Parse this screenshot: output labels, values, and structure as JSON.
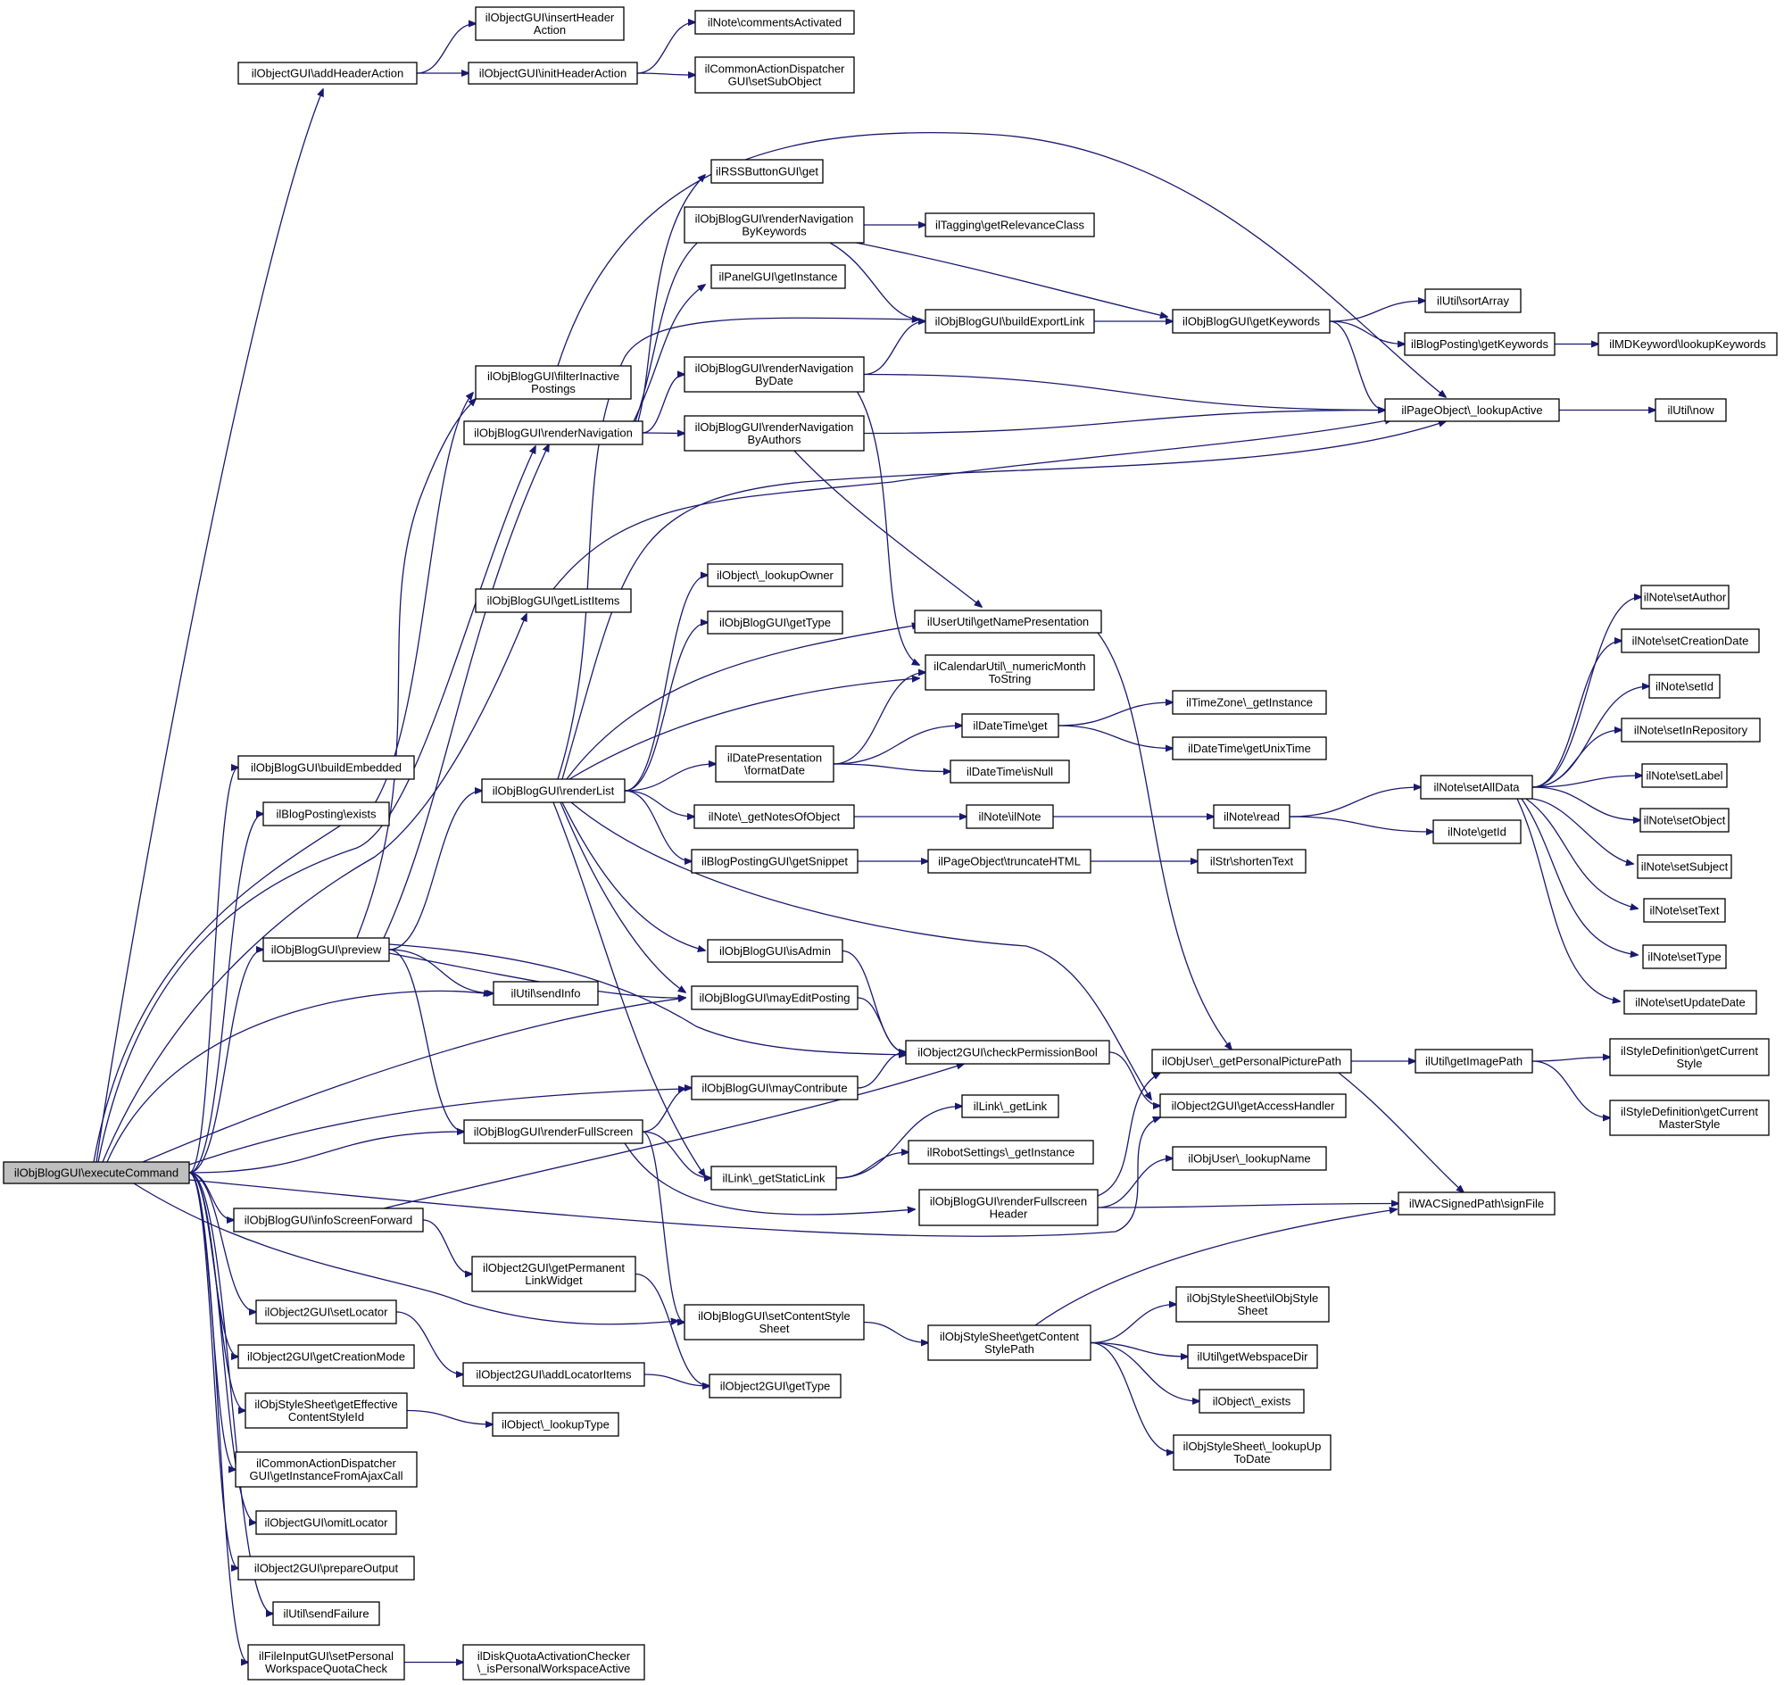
{
  "colors": {
    "edge": "#191970",
    "node_border": "#000000",
    "root_fill": "#bfbfbf",
    "node_fill": "#ffffff"
  },
  "nodes": {
    "executeCommand": [
      "ilObjBlogGUI\\executeCommand"
    ],
    "addHeaderAction": [
      "ilObjectGUI\\addHeaderAction"
    ],
    "insertHeaderAction": [
      "ilObjectGUI\\insertHeader",
      "Action"
    ],
    "initHeaderAction": [
      "ilObjectGUI\\initHeaderAction"
    ],
    "commentsActivated": [
      "ilNote\\commentsActivated"
    ],
    "setSubObject": [
      "ilCommonActionDispatcher",
      "GUI\\setSubObject"
    ],
    "rssGet": [
      "ilRSSButtonGUI\\get"
    ],
    "renderNavByKeywords": [
      "ilObjBlogGUI\\renderNavigation",
      "ByKeywords"
    ],
    "getRelevanceClass": [
      "ilTagging\\getRelevanceClass"
    ],
    "panelGetInstance": [
      "ilPanelGUI\\getInstance"
    ],
    "buildExportLink": [
      "ilObjBlogGUI\\buildExportLink"
    ],
    "blogGetKeywords": [
      "ilObjBlogGUI\\getKeywords"
    ],
    "sortArray": [
      "ilUtil\\sortArray"
    ],
    "postingGetKeywords": [
      "ilBlogPosting\\getKeywords"
    ],
    "lookupKeywords": [
      "ilMDKeyword\\lookupKeywords"
    ],
    "filterInactive": [
      "ilObjBlogGUI\\filterInactive",
      "Postings"
    ],
    "renderNavByDate": [
      "ilObjBlogGUI\\renderNavigation",
      "ByDate"
    ],
    "lookupActive": [
      "ilPageObject\\_lookupActive"
    ],
    "utilNow": [
      "ilUtil\\now"
    ],
    "renderNavigation": [
      "ilObjBlogGUI\\renderNavigation"
    ],
    "renderNavByAuthors": [
      "ilObjBlogGUI\\renderNavigation",
      "ByAuthors"
    ],
    "lookupOwner": [
      "ilObject\\_lookupOwner"
    ],
    "getListItems": [
      "ilObjBlogGUI\\getListItems"
    ],
    "setAuthor": [
      "ilNote\\setAuthor"
    ],
    "blogGetType": [
      "ilObjBlogGUI\\getType"
    ],
    "getNamePresentation": [
      "ilUserUtil\\getNamePresentation"
    ],
    "setCreationDate": [
      "ilNote\\setCreationDate"
    ],
    "numericMonth": [
      "ilCalendarUtil\\_numericMonth",
      "ToString"
    ],
    "setId": [
      "ilNote\\setId"
    ],
    "tzGetInstance": [
      "ilTimeZone\\_getInstance"
    ],
    "setInRepository": [
      "ilNote\\setInRepository"
    ],
    "dtGet": [
      "ilDateTime\\get"
    ],
    "formatDate": [
      "ilDatePresentation",
      "\\formatDate"
    ],
    "getUnixTime": [
      "ilDateTime\\getUnixTime"
    ],
    "setLabel": [
      "ilNote\\setLabel"
    ],
    "buildEmbedded": [
      "ilObjBlogGUI\\buildEmbedded"
    ],
    "isNull": [
      "ilDateTime\\isNull"
    ],
    "setAllData": [
      "ilNote\\setAllData"
    ],
    "renderList": [
      "ilObjBlogGUI\\renderList"
    ],
    "postingExists": [
      "ilBlogPosting\\exists"
    ],
    "getNotesOfObject": [
      "ilNote\\_getNotesOfObject"
    ],
    "ilNoteCtor": [
      "ilNote\\ilNote"
    ],
    "noteRead": [
      "ilNote\\read"
    ],
    "setObject": [
      "ilNote\\setObject"
    ],
    "noteGetId": [
      "ilNote\\getId"
    ],
    "getSnippet": [
      "ilBlogPostingGUI\\getSnippet"
    ],
    "truncateHTML": [
      "ilPageObject\\truncateHTML"
    ],
    "shortenText": [
      "ilStr\\shortenText"
    ],
    "setSubject": [
      "ilNote\\setSubject"
    ],
    "setText": [
      "ilNote\\setText"
    ],
    "isAdmin": [
      "ilObjBlogGUI\\isAdmin"
    ],
    "preview": [
      "ilObjBlogGUI\\preview"
    ],
    "setType": [
      "ilNote\\setType"
    ],
    "sendInfo": [
      "ilUtil\\sendInfo"
    ],
    "mayEditPosting": [
      "ilObjBlogGUI\\mayEditPosting"
    ],
    "setUpdateDate": [
      "ilNote\\setUpdateDate"
    ],
    "checkPermissionBool": [
      "ilObject2GUI\\checkPermissionBool"
    ],
    "getPersonalPicturePath": [
      "ilObjUser\\_getPersonalPicturePath"
    ],
    "getImagePath": [
      "ilUtil\\getImagePath"
    ],
    "getCurrentStyle": [
      "ilStyleDefinition\\getCurrent",
      "Style"
    ],
    "mayContribute": [
      "ilObjBlogGUI\\mayContribute"
    ],
    "getLink": [
      "ilLink\\_getLink"
    ],
    "getAccessHandler": [
      "ilObject2GUI\\getAccessHandler"
    ],
    "getCurrentMasterStyle": [
      "ilStyleDefinition\\getCurrent",
      "MasterStyle"
    ],
    "renderFullScreen": [
      "ilObjBlogGUI\\renderFullScreen"
    ],
    "robotGetInstance": [
      "ilRobotSettings\\_getInstance"
    ],
    "lookupName": [
      "ilObjUser\\_lookupName"
    ],
    "getStaticLink": [
      "ilLink\\_getStaticLink"
    ],
    "renderFullscreenHeader": [
      "ilObjBlogGUI\\renderFullscreen",
      "Header"
    ],
    "signFile": [
      "ilWACSignedPath\\signFile"
    ],
    "infoScreenForward": [
      "ilObjBlogGUI\\infoScreenForward"
    ],
    "permanentLinkWidget": [
      "ilObject2GUI\\getPermanent",
      "LinkWidget"
    ],
    "setLocator": [
      "ilObject2GUI\\setLocator"
    ],
    "setContentStyleSheet": [
      "ilObjBlogGUI\\setContentStyle",
      "Sheet"
    ],
    "ilObjStyleSheetCtor": [
      "ilObjStyleSheet\\ilObjStyle",
      "Sheet"
    ],
    "getContentStylePath": [
      "ilObjStyleSheet\\getContent",
      "StylePath"
    ],
    "getCreationMode": [
      "ilObject2GUI\\getCreationMode"
    ],
    "getWebspaceDir": [
      "ilUtil\\getWebspaceDir"
    ],
    "addLocatorItems": [
      "ilObject2GUI\\addLocatorItems"
    ],
    "obj2GetType": [
      "ilObject2GUI\\getType"
    ],
    "getEffectiveContentStyleId": [
      "ilObjStyleSheet\\getEffective",
      "ContentStyleId"
    ],
    "objectExists": [
      "ilObject\\_exists"
    ],
    "lookupType": [
      "ilObject\\_lookupType"
    ],
    "lookUpToDate": [
      "ilObjStyleSheet\\_lookupUp",
      "ToDate"
    ],
    "getInstanceFromAjaxCall": [
      "ilCommonActionDispatcher",
      "GUI\\getInstanceFromAjaxCall"
    ],
    "omitLocator": [
      "ilObjectGUI\\omitLocator"
    ],
    "prepareOutput": [
      "ilObject2GUI\\prepareOutput"
    ],
    "sendFailure": [
      "ilUtil\\sendFailure"
    ],
    "setPersonalWorkspaceQuotaCheck": [
      "ilFileInputGUI\\setPersonal",
      "WorkspaceQuotaCheck"
    ],
    "isPersonalWorkspaceActive": [
      "ilDiskQuotaActivationChecker",
      "\\_isPersonalWorkspaceActive"
    ]
  }
}
